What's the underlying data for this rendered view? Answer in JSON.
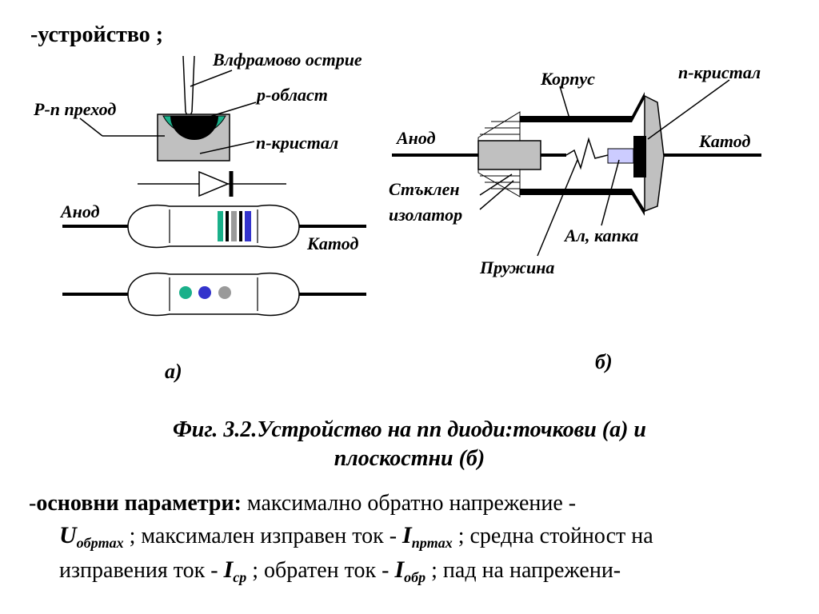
{
  "heading": "-устройство ;",
  "fig_a": {
    "labels": {
      "tungsten_tip": "Влфрамово острие",
      "p_region": "р-област",
      "pn_junction": "Р-п преход",
      "n_crystal": "п-кристал",
      "anode": "Анод",
      "cathode": "Катод"
    },
    "tag": "а)"
  },
  "fig_b": {
    "labels": {
      "housing": "Корпус",
      "n_crystal": "п-кристал",
      "anode": "Анод",
      "cathode": "Катод",
      "glass_insulator_1": "Стъклен",
      "glass_insulator_2": "изолатор",
      "al_drop": "Ал, капка",
      "spring": "Пружина"
    },
    "tag": "б)"
  },
  "caption": {
    "line1": "Фиг. 3.2.Устройство на пп диоди:точкови (а) и",
    "line2": "плоскостни (б)"
  },
  "params": {
    "dash": "-",
    "title": "основни параметри:",
    "t1": " максимално   обратно    напрежение -",
    "u_sym": "U",
    "u_sub": "обрmax",
    "t2": " ; максимален изправен ток - ",
    "i1_sym": "I",
    "i1_sub": "npmax",
    "t3": " ; средна стойност на",
    "t4": "изправения ток - ",
    "i2_sym": "I",
    "i2_sub": "cp",
    "t5": " ; обратен ток - ",
    "i3_sym": "I",
    "i3_sub": "обр",
    "t6": " ; пад на напрежени-"
  },
  "colors": {
    "teal": "#1ab08a",
    "blue": "#3333cc",
    "gray": "#9a9a9a",
    "light_gray": "#c0c0c0",
    "al_drop": "#ccccff"
  }
}
